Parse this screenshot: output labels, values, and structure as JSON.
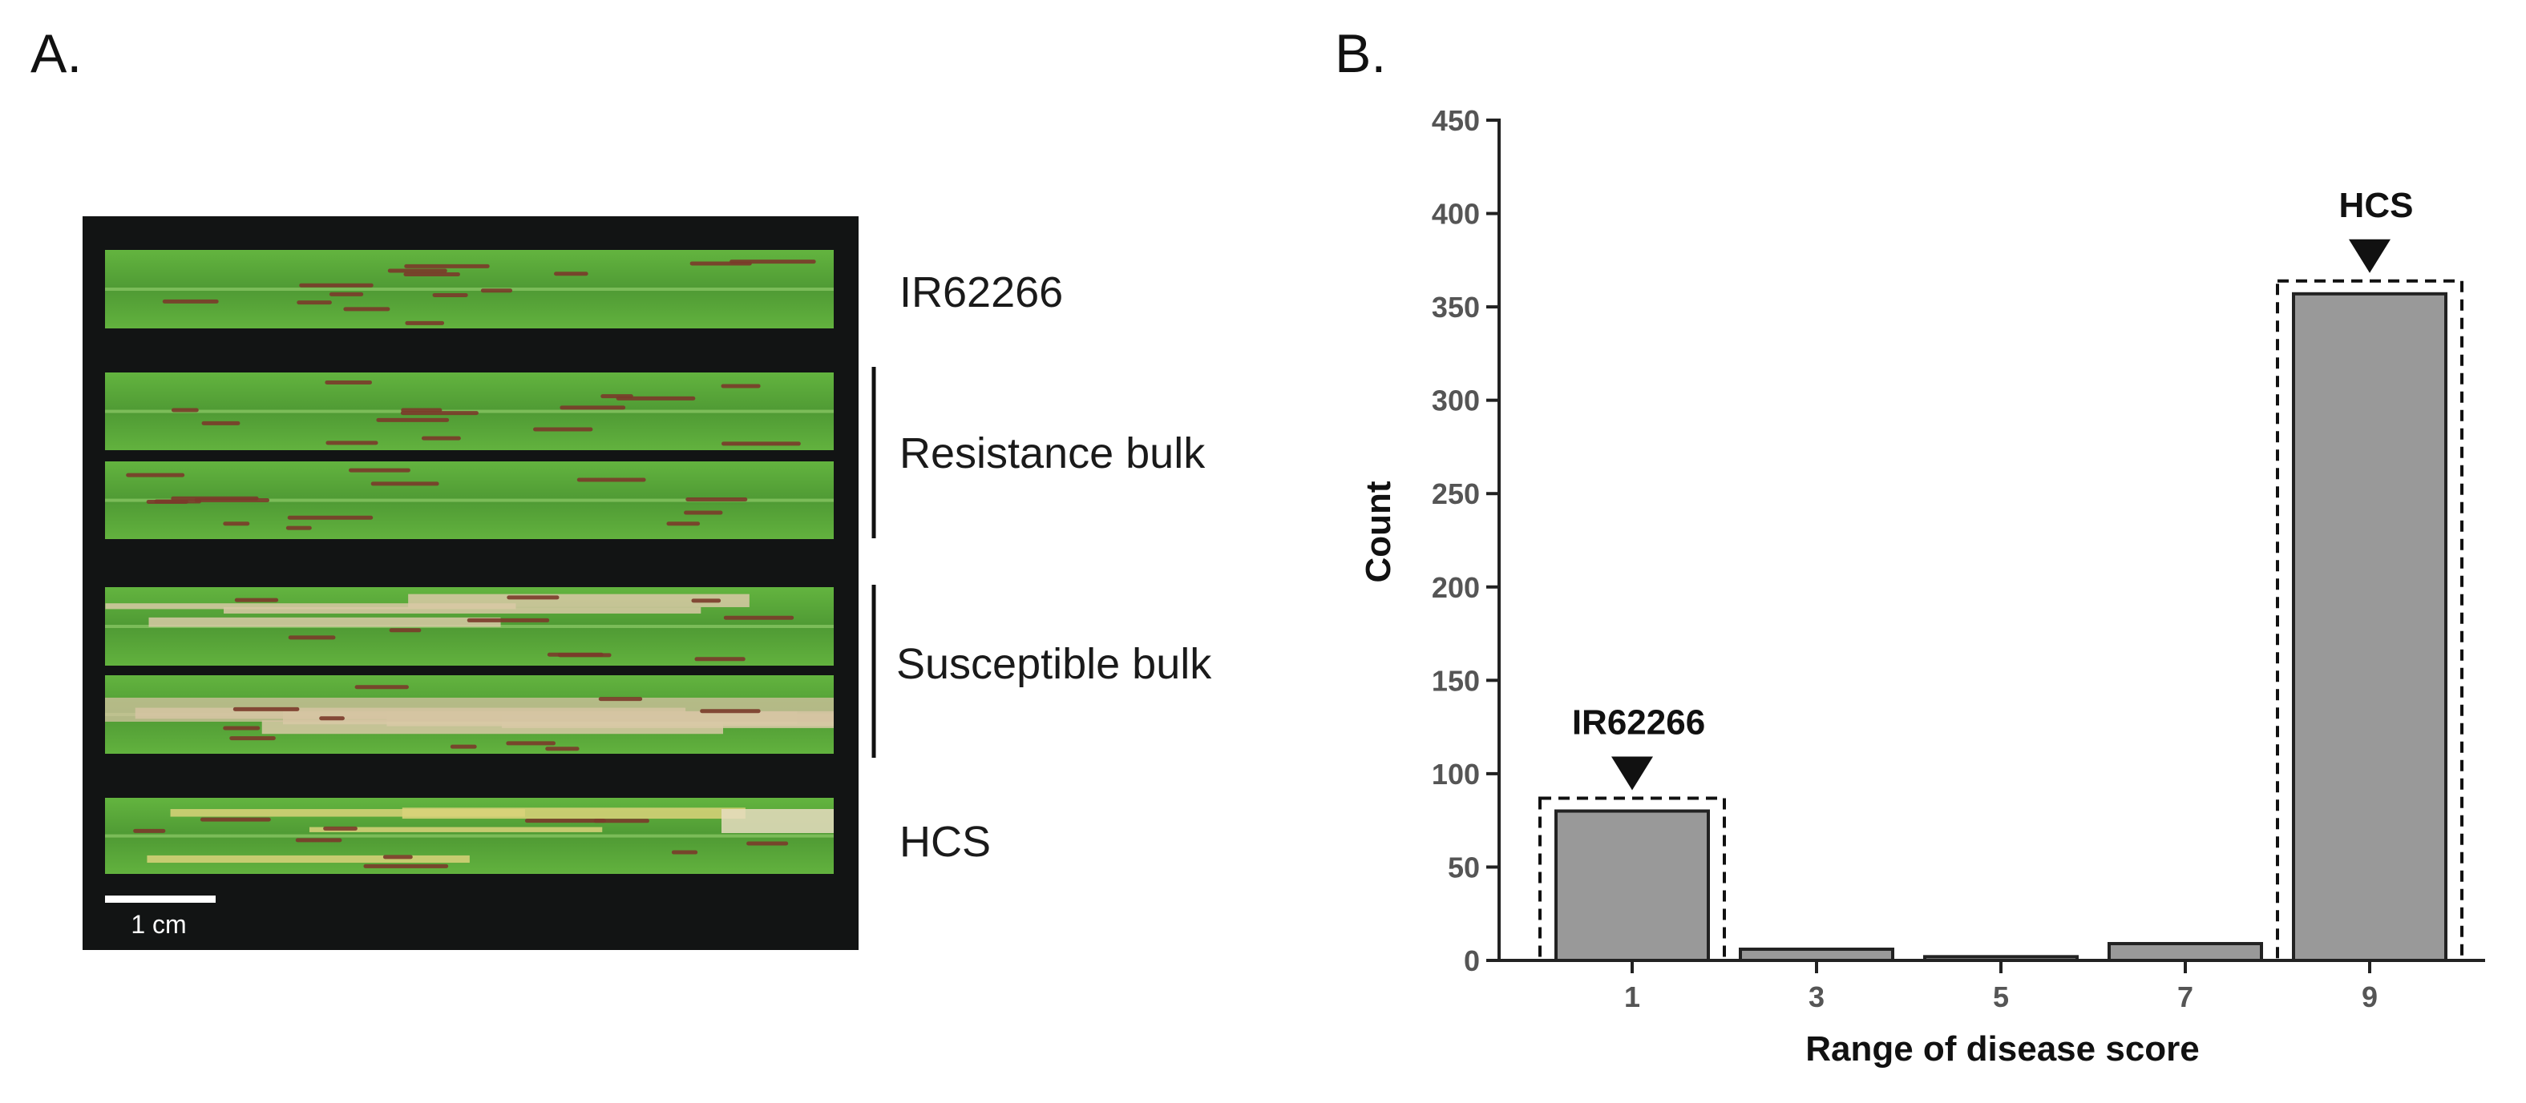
{
  "panels": {
    "a_label": "A.",
    "b_label": "B."
  },
  "photo": {
    "row_labels": [
      "IR62266",
      "Resistance bulk",
      "Susceptible bulk",
      "HCS"
    ],
    "scale_bar_label": "1 cm",
    "colors": {
      "background": "#121414",
      "leaf_green": "#5aa83a",
      "lesion": "#7a3b2a",
      "scale_bar": "#ffffff"
    }
  },
  "chart_data": {
    "type": "bar",
    "categories": [
      "1",
      "3",
      "5",
      "7",
      "9"
    ],
    "values": [
      80,
      6,
      2,
      9,
      357
    ],
    "xlabel": "Range of disease score",
    "ylabel": "Count",
    "ylim": [
      0,
      450
    ],
    "yticks": [
      0,
      50,
      100,
      150,
      200,
      250,
      300,
      350,
      400,
      450
    ],
    "grid": false,
    "bar_color": "#999999",
    "annotations": [
      {
        "label": "IR62266",
        "category": "1",
        "style": "dashed-box-with-arrow"
      },
      {
        "label": "HCS",
        "category": "9",
        "style": "dashed-box-with-arrow"
      }
    ]
  }
}
